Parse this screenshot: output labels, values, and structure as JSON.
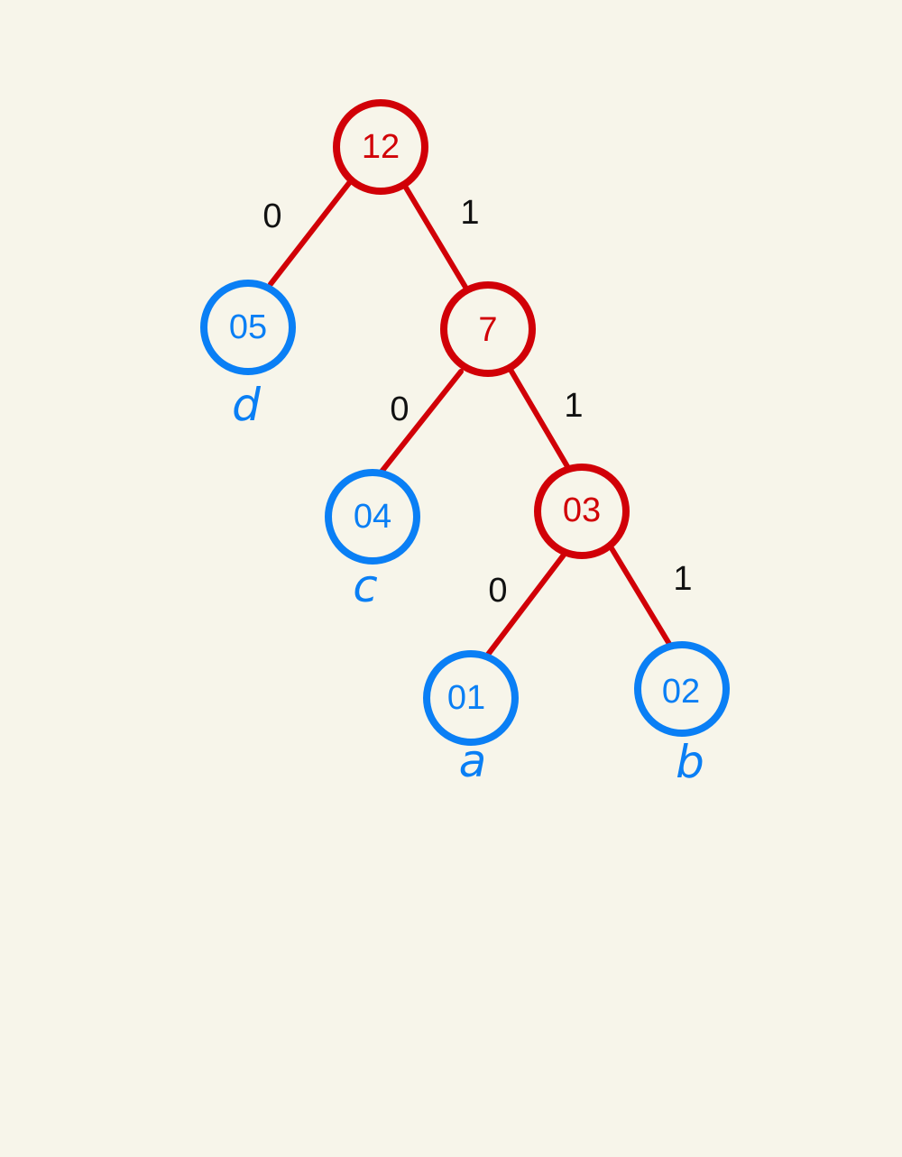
{
  "colors": {
    "background": "#f7f5ea",
    "internal_node": "#d10007",
    "leaf_node": "#0a7ff5",
    "edge": "#d10007",
    "edge_label": "#111111"
  },
  "nodes": {
    "root": {
      "value": "12",
      "kind": "internal"
    },
    "n7": {
      "value": "7",
      "kind": "internal"
    },
    "n03": {
      "value": "03",
      "kind": "internal"
    },
    "leaf_d": {
      "value": "05",
      "kind": "leaf",
      "symbol": "d"
    },
    "leaf_c": {
      "value": "04",
      "kind": "leaf",
      "symbol": "c"
    },
    "leaf_a": {
      "value": "01",
      "kind": "leaf",
      "symbol": "a"
    },
    "leaf_b": {
      "value": "02",
      "kind": "leaf",
      "symbol": "b"
    }
  },
  "edges": {
    "root_to_d": {
      "from": "12",
      "to": "05",
      "bit": "0"
    },
    "root_to_7": {
      "from": "12",
      "to": "7",
      "bit": "1"
    },
    "n7_to_c": {
      "from": "7",
      "to": "04",
      "bit": "0"
    },
    "n7_to_03": {
      "from": "7",
      "to": "03",
      "bit": "1"
    },
    "n03_to_a": {
      "from": "03",
      "to": "01",
      "bit": "0"
    },
    "n03_to_b": {
      "from": "03",
      "to": "02",
      "bit": "1"
    }
  }
}
